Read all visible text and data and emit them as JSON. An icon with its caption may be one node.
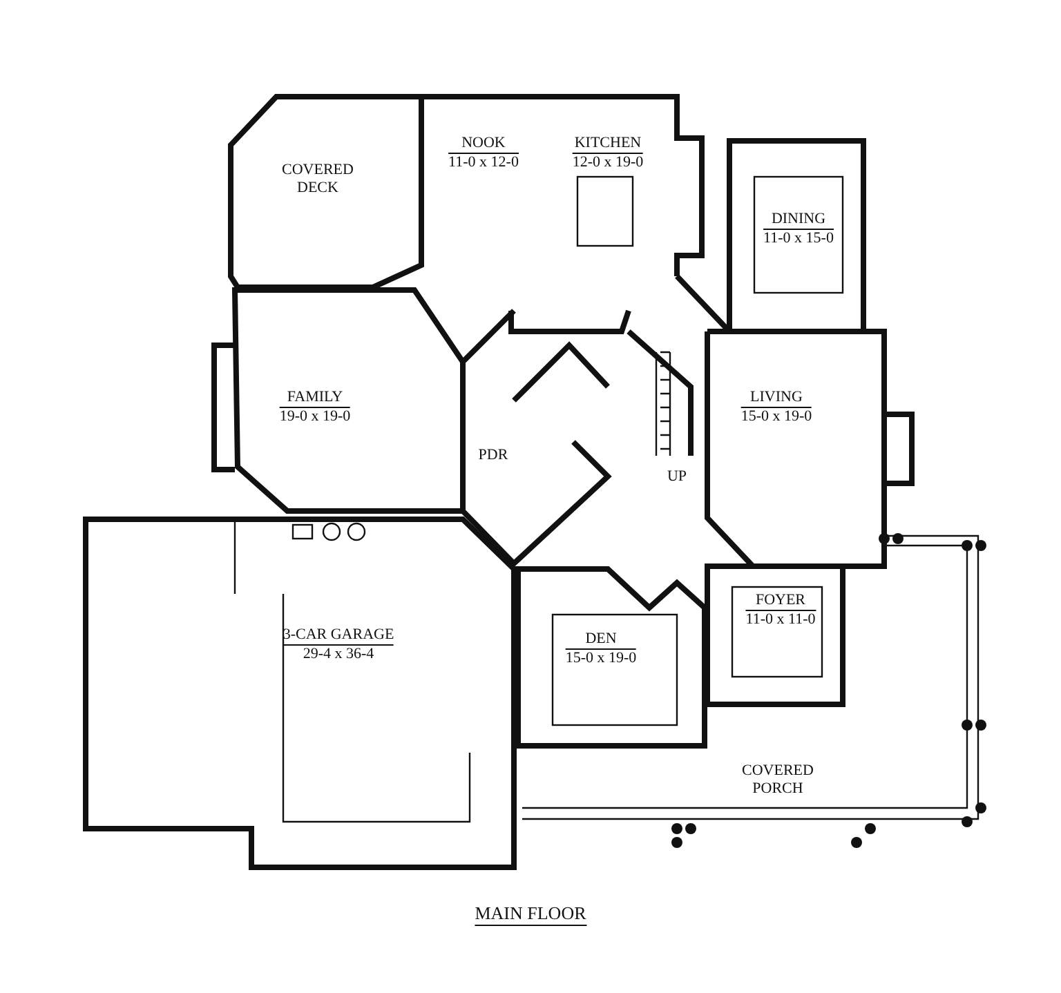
{
  "diagram": {
    "caption": "MAIN FLOOR",
    "nodes": [
      {
        "text": [
          "COVERED DECK"
        ]
      },
      {
        "text": [
          "NOOK",
          "11-0 x 12-0"
        ]
      },
      {
        "text": [
          "KITCHEN",
          "12-0 x 19-0"
        ]
      },
      {
        "text": [
          "DINING",
          "11-0 x 15-0"
        ]
      },
      {
        "text": [
          "FAMILY",
          "19-0 x 19-0"
        ]
      },
      {
        "text": [
          "PDR"
        ]
      },
      {
        "text": [
          "LIVING",
          "15-0 x 19-0"
        ]
      },
      {
        "text": [
          "3-CAR GARAGE",
          "29-4 x 36-4"
        ]
      },
      {
        "text": [
          "DEN",
          "15-0 x 19-0"
        ]
      },
      {
        "text": [
          "FOYER",
          "11-0 x 11-0"
        ]
      },
      {
        "text": [
          "COVERED PORCH"
        ]
      }
    ],
    "labels": [
      "UP"
    ]
  }
}
